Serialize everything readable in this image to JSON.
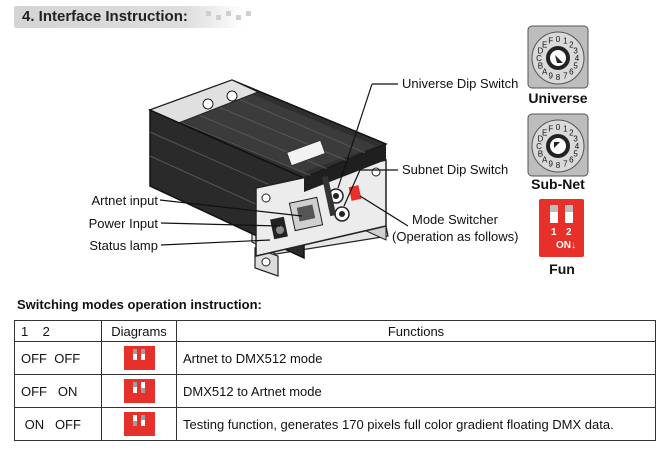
{
  "section_heading": "4.  Interface Instruction:",
  "callouts": {
    "universe_dip": "Universe Dip Switch",
    "subnet_dip": "Subnet Dip Switch",
    "mode_switcher_line1": "Mode Switcher",
    "mode_switcher_line2": "(Operation as follows)",
    "artnet_input": "Artnet input",
    "power_input": "Power Input",
    "status_lamp": "Status lamp"
  },
  "rotary_dial_labels": [
    "0",
    "1",
    "2",
    "3",
    "4",
    "5",
    "6",
    "7",
    "8",
    "9",
    "A",
    "B",
    "C",
    "D",
    "E",
    "F"
  ],
  "dip_titles": {
    "universe": "Universe",
    "subnet": "Sub-Net",
    "fun": "Fun"
  },
  "fun_switch": {
    "num1": "1",
    "num2": "2",
    "on_label": "ON↓"
  },
  "switching_title": "Switching modes operation instruction:",
  "table": {
    "headers": {
      "positions": "1    2",
      "diagrams": "Diagrams",
      "functions": "Functions"
    },
    "rows": [
      {
        "positions": "OFF  OFF",
        "functions": "Artnet to DMX512 mode"
      },
      {
        "positions": "OFF   ON",
        "functions": "DMX512 to Artnet mode"
      },
      {
        "positions": " ON   OFF",
        "functions": "Testing function, generates 170 pixels full color gradient floating DMX data."
      }
    ]
  },
  "colors": {
    "switch_red": "#e8302a",
    "device_body": "#4a4a4a",
    "header_gray": "#d4d4d4"
  }
}
